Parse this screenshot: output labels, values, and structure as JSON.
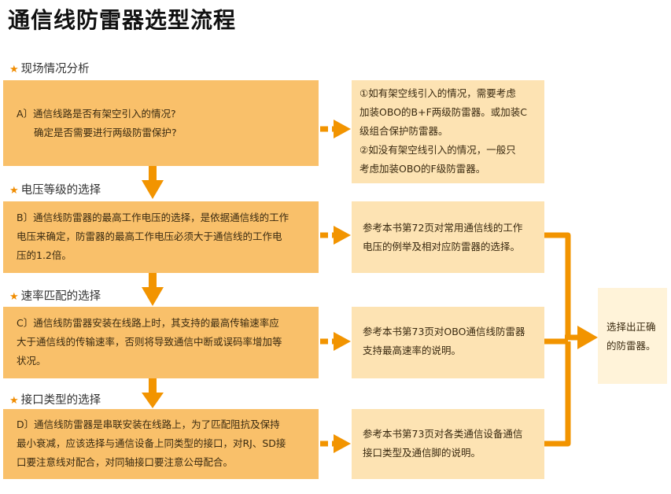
{
  "title": "通信线防雷器选型流程",
  "sections": [
    {
      "label": "现场情况分析",
      "main_lines": [
        "A〕通信线路是否有架空引入的情况?",
        "确定是否需要进行两级防雷保护?"
      ],
      "side_lines": [
        "①如有架空线引入的情况，需要考虑",
        "加装OBO的B+F两级防雷器。或加装C",
        "级组合保护防雷器。",
        "②如没有架空线引入的情况，一般只",
        "考虑加装OBO的F级防雷器。"
      ]
    },
    {
      "label": "电压等级的选择",
      "main_lines": [
        "B〕通信线防雷器的最高工作电压的选择，是依据通信线的工作",
        "电压来确定，防雷器的最高工作电压必须大于通信线的工作电",
        "压的1.2倍。"
      ],
      "side_lines": [
        "参考本书第72页对常用通信线的工作",
        "电压的例举及相对应防雷器的选择。"
      ]
    },
    {
      "label": "速率匹配的选择",
      "main_lines": [
        "C〕通信线防雷器安装在线路上时，其支持的最高传输速率应",
        "大于通信线的传输速率，否则将导致通信中断或误码率增加等",
        "状况。"
      ],
      "side_lines": [
        "参考本书第73页对OBO通信线防雷器",
        "支持最高速率的说明。"
      ]
    },
    {
      "label": "接口类型的选择",
      "main_lines": [
        "D〕通信线防雷器是串联安装在线路上，为了匹配阻抗及保持",
        "最小衰减，应该选择与通信设备上同类型的接口，对RJ、SD接",
        "口要注意线对配合，对同轴接口要注意公母配合。"
      ],
      "side_lines": [
        "参考本书第73页对各类通信设备通信",
        "接口类型及通信脚的说明。"
      ]
    }
  ],
  "result_lines": [
    "选择出正确",
    "的防雷器。"
  ],
  "colors": {
    "orange": "#f29400",
    "strong_box": "#f9c06a",
    "light_box": "#fde3b3",
    "pale_box": "#fff3d9",
    "star": "#f08c00"
  }
}
